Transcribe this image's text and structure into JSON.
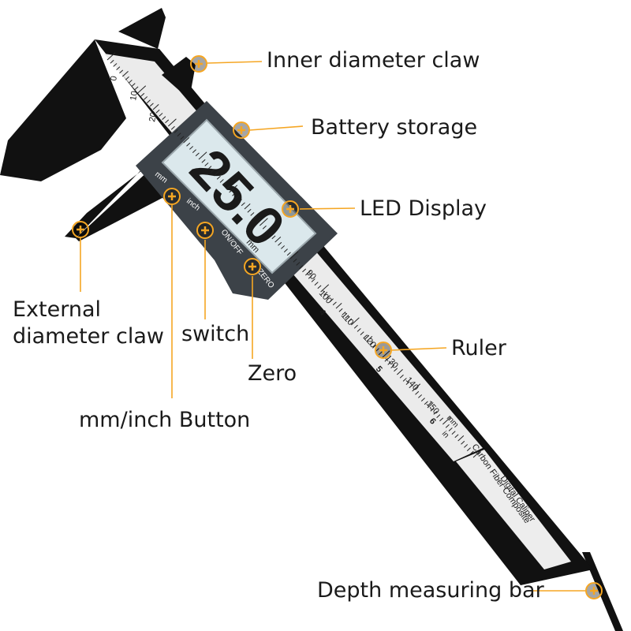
{
  "labels": {
    "inner_claw": "Inner diameter claw",
    "battery": "Battery storage",
    "led_display": "LED Display",
    "ruler": "Ruler",
    "external_claw": "External\ndiameter claw",
    "switch": "switch",
    "zero": "Zero",
    "mm_inch": "mm/inch Button",
    "depth_bar": "Depth measuring bar"
  },
  "caliper": {
    "display_reading": "25.0",
    "display_unit": "mm",
    "button_mm": "mm",
    "button_inch": "inch",
    "button_onoff": "ON/OFF",
    "button_zero": "ZERO",
    "scale_mm_top": [
      "0",
      "10",
      "20"
    ],
    "scale_mm_main": [
      "90",
      "100",
      "110",
      "120",
      "130",
      "140",
      "150"
    ],
    "scale_unit_mm": "mm",
    "scale_unit_in": "in",
    "scale_inch_digits": [
      "4",
      "5",
      "6"
    ],
    "brand_line1": "Carbon Fiber Composite",
    "brand_line2": "Digital Caliper"
  },
  "colors": {
    "accent": "#f5a623",
    "body": "#111111",
    "ruler": "#e9e9e9",
    "screen": "#dde9ec",
    "housing": "#3c4248"
  },
  "icons": {
    "marker": "plus-circle-icon"
  }
}
